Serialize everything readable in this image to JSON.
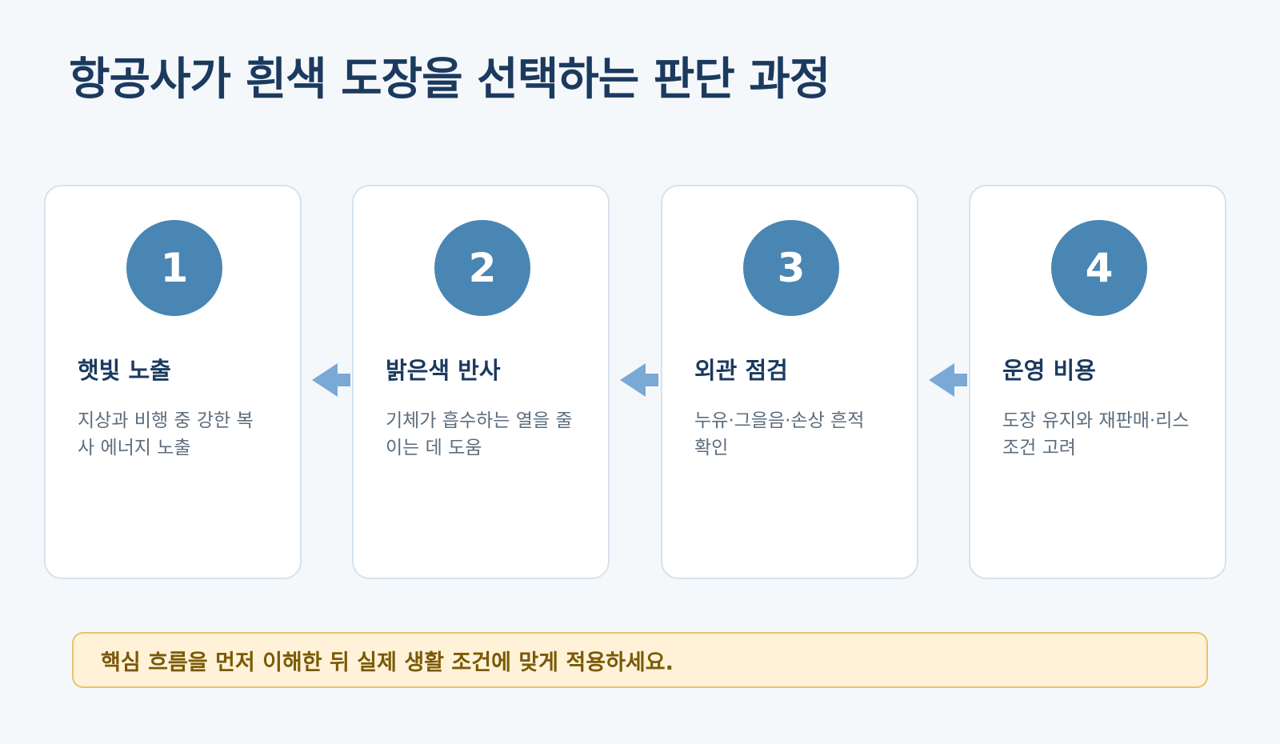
{
  "title": "항공사가 흰색 도장을 선택하는 판단 과정",
  "steps": [
    {
      "number": "1",
      "title": "햇빛 노출",
      "description": "지상과 비행 중 강한 복사 에너지 노출"
    },
    {
      "number": "2",
      "title": "밝은색 반사",
      "description": "기체가 흡수하는 열을 줄이는 데 도움"
    },
    {
      "number": "3",
      "title": "외관 점검",
      "description": "누유·그을음·손상 흔적 확인"
    },
    {
      "number": "4",
      "title": "운영 비용",
      "description": "도장 유지와 재판매·리스 조건 고려"
    }
  ],
  "note": "핵심 흐름을 먼저 이해한 뒤 실제 생활 조건에 맞게 적용하세요.",
  "colors": {
    "title": "#1b3a5e",
    "circle": "#4a86b3",
    "arrow": "#7aa9d6",
    "card_border": "#d5e2ee",
    "note_background": "#fff2d8",
    "note_border": "#e5c46a",
    "note_text": "#7a5a05"
  },
  "icons": {
    "connector": "arrow-left-icon"
  }
}
